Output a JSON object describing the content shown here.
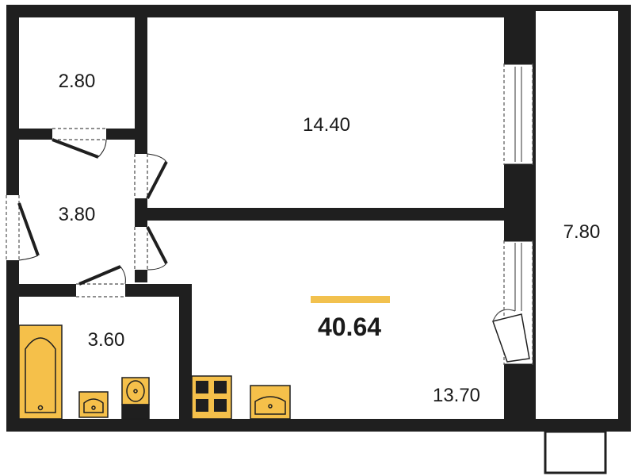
{
  "plan": {
    "total_area": "40.64",
    "rooms": [
      {
        "id": "storage",
        "area": "2.80"
      },
      {
        "id": "living-room",
        "area": "14.40"
      },
      {
        "id": "hallway",
        "area": "3.80"
      },
      {
        "id": "balcony",
        "area": "7.80"
      },
      {
        "id": "bathroom",
        "area": "3.60"
      },
      {
        "id": "kitchen",
        "area": "13.70"
      }
    ],
    "colors": {
      "wall": "#1f1f1f",
      "fixture": "#f5c04a",
      "accent": "#f2c14e",
      "background": "#ffffff"
    }
  }
}
